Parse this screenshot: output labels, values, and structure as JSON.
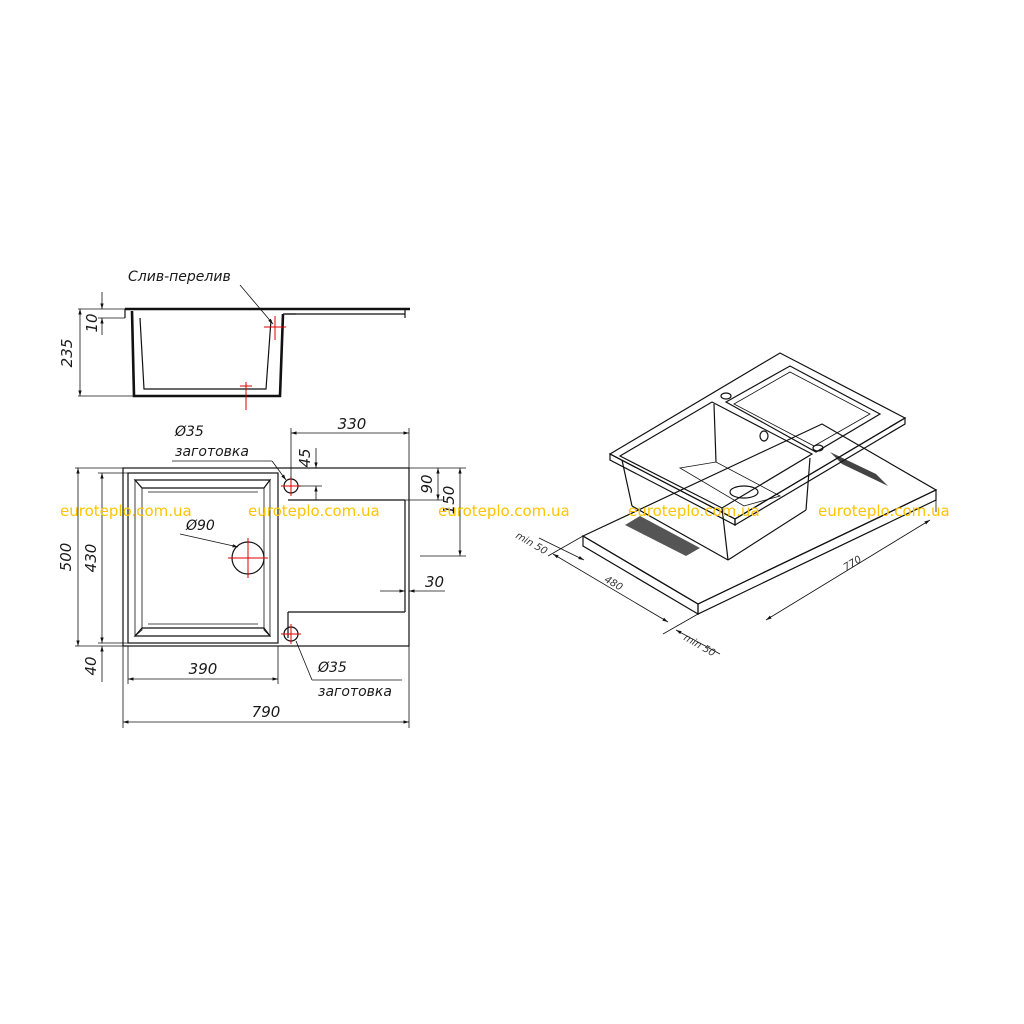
{
  "labels": {
    "overflow": "Слив-перелив",
    "hole_top_diameter": "Ø35",
    "hole_top_note": "заготовка",
    "hole_bottom_diameter": "Ø35",
    "hole_bottom_note": "заготовка",
    "drain_diameter": "Ø90"
  },
  "dimensions": {
    "side_height": "235",
    "side_rim": "10",
    "drainboard_width": "330",
    "hole_offset": "45",
    "top_depth_90": "90",
    "top_depth_150": "150",
    "total_depth": "500",
    "bowl_depth": "430",
    "bottom_margin": "40",
    "bowl_width": "390",
    "total_width": "790",
    "drainboard_edge": "30"
  },
  "iso_dimensions": {
    "min_left": "min 50",
    "cutout_depth": "480",
    "min_right": "min 50",
    "cutout_width": "770"
  },
  "watermarks": [
    "euroteplo.com.ua",
    "euroteplo.com.ua",
    "euroteplo.com.ua",
    "euroteplo.com.ua",
    "euroteplo.com.ua"
  ],
  "colors": {
    "watermark": "#ffc400",
    "marker": "#e00000",
    "line": "#111111"
  }
}
